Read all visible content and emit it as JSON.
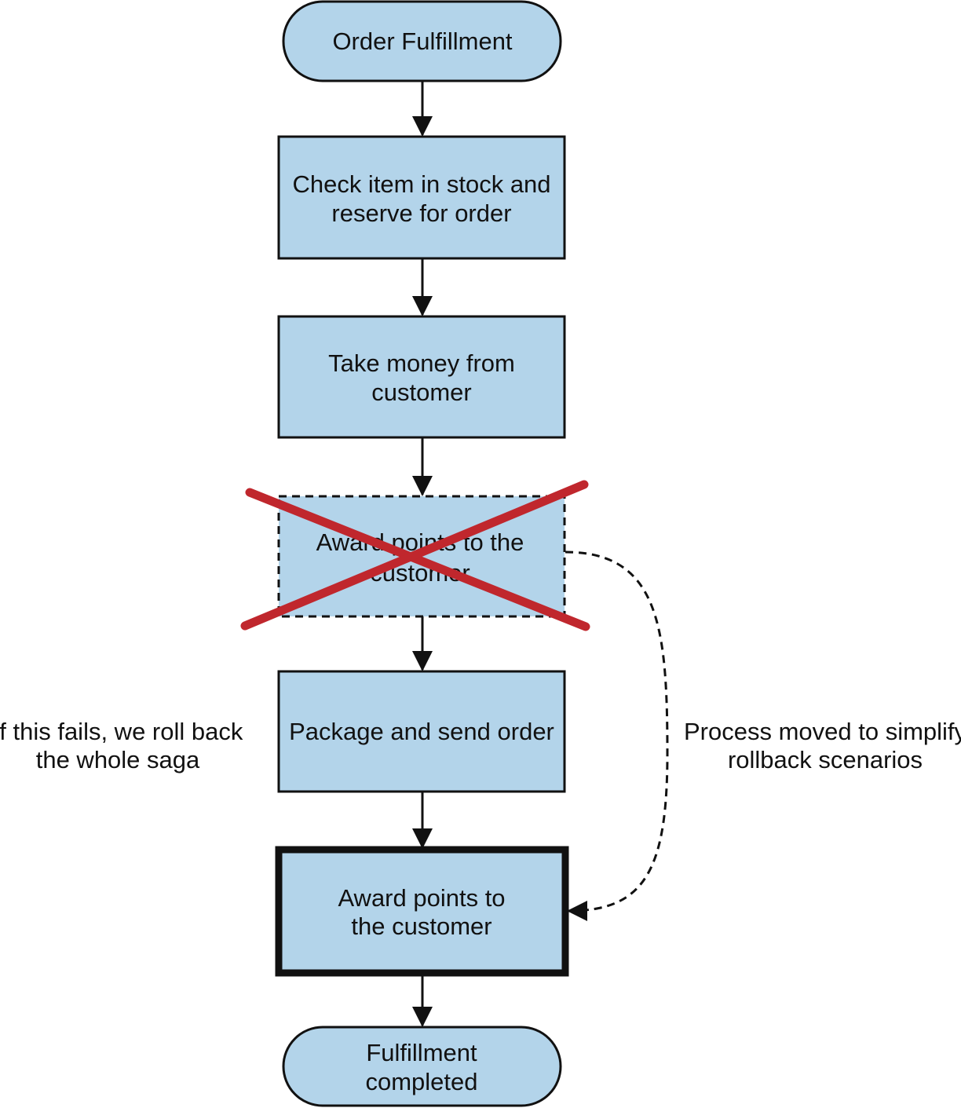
{
  "colors": {
    "node_fill": "#b3d4ea",
    "stroke": "#111111",
    "cross": "#c0272d",
    "background": "#ffffff"
  },
  "nodes": {
    "start": {
      "line1": "Order Fulfillment"
    },
    "check_stock": {
      "line1": "Check item in stock and",
      "line2": "reserve for order"
    },
    "take_money": {
      "line1": "Take money from",
      "line2": "customer"
    },
    "award_removed": {
      "line1": "Award points to the",
      "line2": "customer"
    },
    "package_send": {
      "line1": "Package and send order"
    },
    "award_moved": {
      "line1": "Award points to",
      "line2": "the customer"
    },
    "end": {
      "line1": "Fulfillment",
      "line2": "completed"
    }
  },
  "annotations": {
    "rollback": {
      "line1": "If this fails, we roll back",
      "line2": "the whole saga"
    },
    "moved": {
      "line1": "Process moved to simplify",
      "line2": "rollback scenarios"
    }
  }
}
